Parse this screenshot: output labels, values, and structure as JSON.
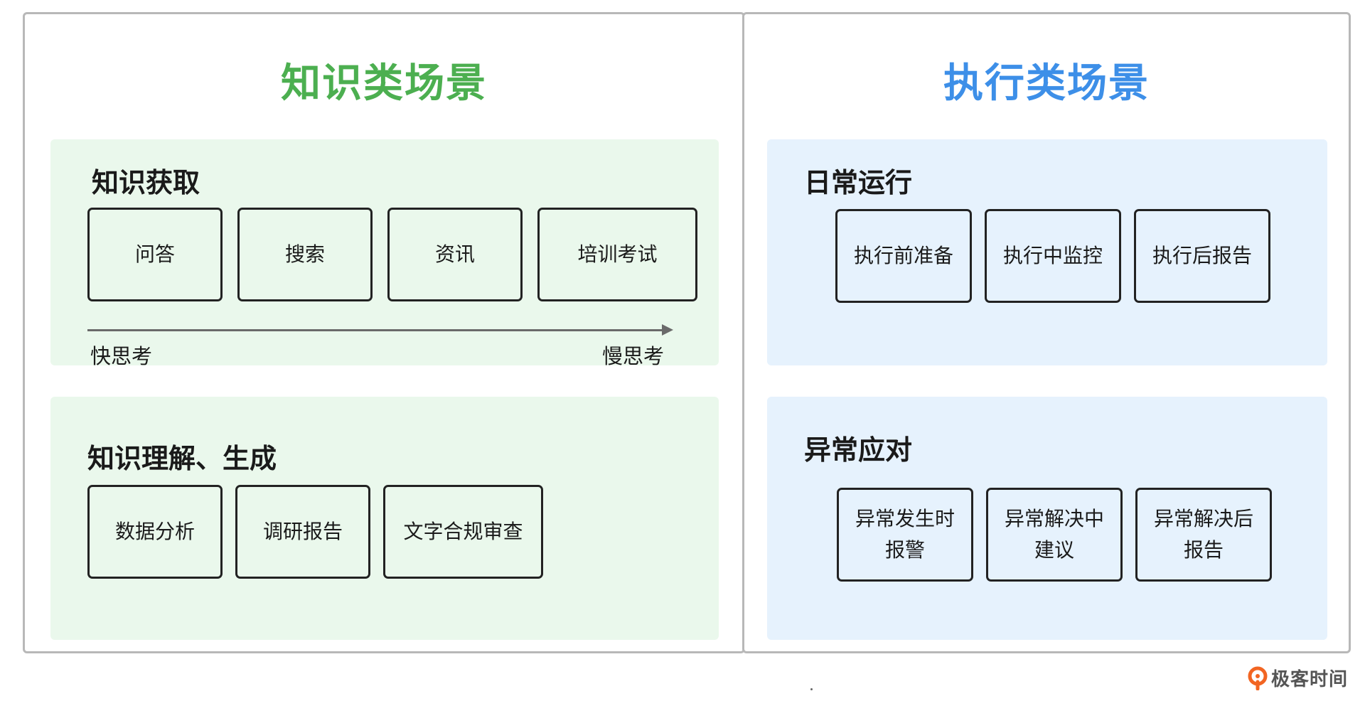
{
  "left_panel": {
    "title": "知识类场景",
    "title_color": "#4caf50",
    "section1": {
      "title": "知识获取",
      "boxes": [
        "问答",
        "搜索",
        "资讯",
        "培训考试"
      ],
      "axis_start": "快思考",
      "axis_end": "慢思考"
    },
    "section2": {
      "title": "知识理解、生成",
      "boxes": [
        "数据分析",
        "调研报告",
        "文字合规审查"
      ]
    }
  },
  "right_panel": {
    "title": "执行类场景",
    "title_color": "#3d8fe8",
    "section1": {
      "title": "日常运行",
      "boxes": [
        "执行前准备",
        "执行中监控",
        "执行后报告"
      ]
    },
    "section2": {
      "title": "异常应对",
      "boxes": [
        {
          "line1": "异常发生时",
          "line2": "报警"
        },
        {
          "line1": "异常解决中",
          "line2": "建议"
        },
        {
          "line1": "异常解决后",
          "line2": "报告"
        }
      ]
    }
  },
  "logo": {
    "text": "极客时间",
    "icon": "geektime-logo-icon",
    "color": "#f26522"
  }
}
